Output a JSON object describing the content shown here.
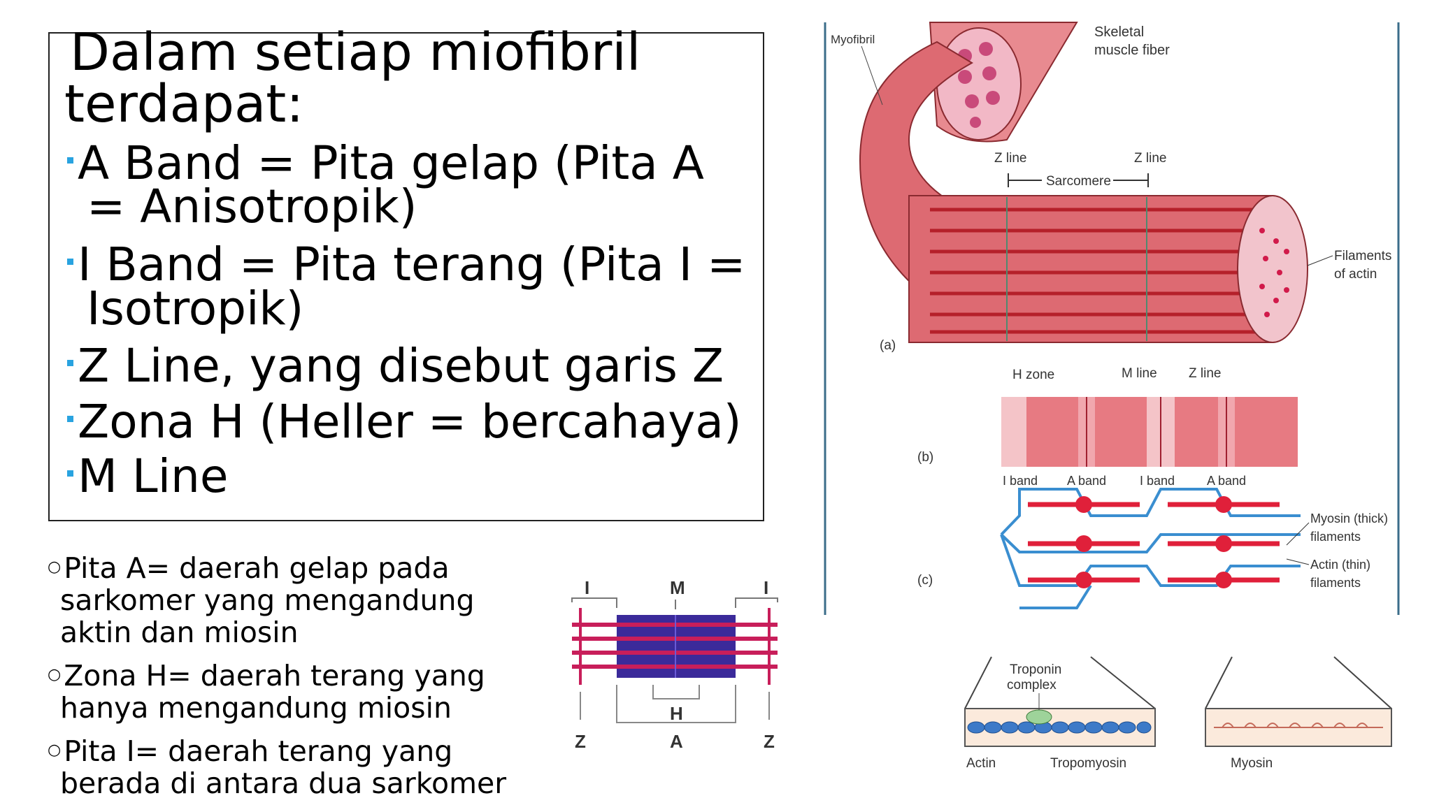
{
  "slide": {
    "title_line1": "Dalam setiap miofibril",
    "title_line2": "terdapat:",
    "bullets": [
      {
        "line1": "A Band = Pita gelap (Pita A",
        "line2": "= Anisotropik)"
      },
      {
        "line1": "I Band = Pita terang (Pita I =",
        "line2": "Isotropik)"
      },
      {
        "line1": "Z Line, yang disebut garis Z",
        "line2": ""
      },
      {
        "line1": "Zona H (Heller = bercahaya)",
        "line2": ""
      },
      {
        "line1": "M Line",
        "line2": ""
      }
    ],
    "notes": [
      {
        "lines": [
          "Pita A= daerah gelap pada",
          "sarkomer yang mengandung",
          "aktin dan miosin"
        ]
      },
      {
        "lines": [
          "Zona H= daerah terang yang",
          "hanya mengandung miosin"
        ]
      },
      {
        "lines": [
          "Pita I= daerah terang yang",
          "berada di antara dua sarkomer"
        ]
      }
    ]
  },
  "sarcomere_diagram": {
    "label_I_left": "I",
    "label_M": "M",
    "label_I_right": "I",
    "label_Z_left": "Z",
    "label_H": "H",
    "label_A": "A",
    "label_Z_right": "Z"
  },
  "muscle_figure": {
    "myofibril": "Myofibril",
    "skeletal_1": "Skeletal",
    "skeletal_2": "muscle fiber",
    "zline_a1": "Z line",
    "zline_a2": "Z line",
    "sarcomere": "Sarcomere",
    "filaments_1": "Filaments",
    "filaments_2": "of actin",
    "panel_a": "(a)",
    "hzone": "H zone",
    "mline": "M line",
    "zline_b": "Z line",
    "panel_b": "(b)",
    "iband1": "I band",
    "aband1": "A band",
    "iband2": "I band",
    "aband2": "A band",
    "panel_c": "(c)",
    "myosin_1": "Myosin (thick)",
    "myosin_2": "filaments",
    "actin_1": "Actin (thin)",
    "actin_2": "filaments"
  },
  "filament_figure": {
    "troponin_1": "Troponin",
    "troponin_2": "complex",
    "actin": "Actin",
    "tropomyosin": "Tropomyosin",
    "myosin": "Myosin"
  },
  "colors": {
    "bullet_square": "#29a3e0",
    "muscle_red": "#d9535c",
    "actin_blue": "#3a8ed0",
    "myosin_red": "#e0203a",
    "sarcomere_purple": "#3b2a9a",
    "sarcomere_pink": "#c81e5a"
  }
}
